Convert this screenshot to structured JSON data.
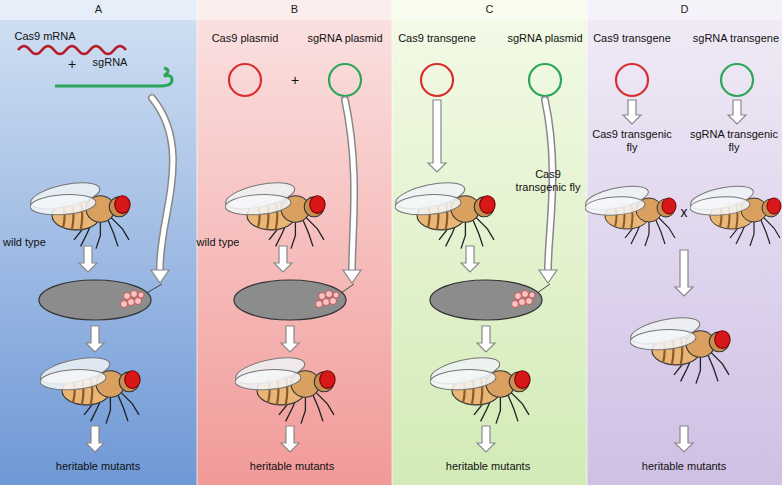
{
  "diagram": {
    "nodes": [
      {
        "text": [
          "A"
        ]
      },
      {
        "text": [
          "B"
        ]
      },
      {
        "text": [
          "C"
        ]
      },
      {
        "text": [
          "D"
        ]
      }
    ],
    "labels": [
      "Cas9 mRNA",
      "+",
      "sgRNA",
      "wild type",
      "heritable mutants",
      "Cas9 plasmid",
      "sgRNA plasmid",
      "+",
      "wild type",
      "heritable mutants",
      "Cas9 transgene",
      "sgRNA plasmid",
      "Cas9 transgenic fly",
      "heritable mutants",
      "Cas9 transgene",
      "sgRNA transgene",
      "Cas9 transgenic fly",
      "sgRNA transgenic fly",
      "x",
      "heritable mutants"
    ]
  }
}
